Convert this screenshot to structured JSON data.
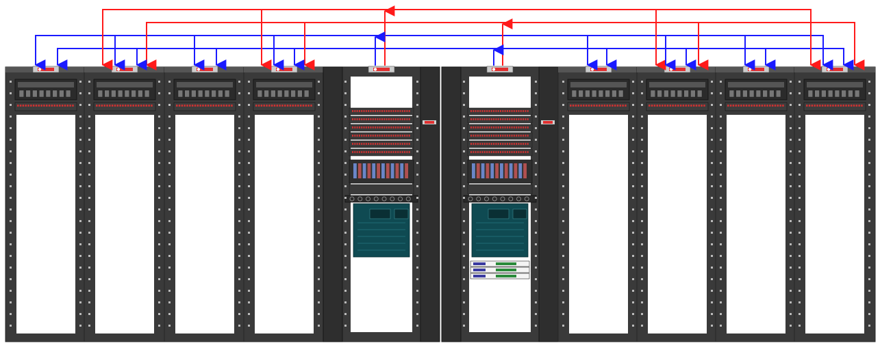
{
  "diagram": {
    "colors": {
      "frame": "#3a3a3a",
      "frame_dark": "#262626",
      "frame_light": "#555555",
      "inner": "#ffffff",
      "panel_teal": "#0f4a52",
      "panel_teal_light": "#1f6b74",
      "badge_red": "#e03030",
      "link_red": "#ff1a1a",
      "link_blue": "#1a1aff",
      "port_red": "#c83232"
    },
    "cabinets": [
      {
        "id": "cab-1",
        "kind": "storage"
      },
      {
        "id": "cab-2",
        "kind": "storage"
      },
      {
        "id": "cab-3",
        "kind": "storage"
      },
      {
        "id": "cab-4",
        "kind": "storage"
      },
      {
        "id": "cab-5",
        "kind": "network-a"
      },
      {
        "id": "cab-6",
        "kind": "network-b"
      },
      {
        "id": "cab-7",
        "kind": "storage"
      },
      {
        "id": "cab-8",
        "kind": "storage"
      },
      {
        "id": "cab-9",
        "kind": "storage"
      },
      {
        "id": "cab-10",
        "kind": "storage"
      }
    ],
    "link_groups": [
      {
        "color": "red",
        "count": 2
      },
      {
        "color": "blue",
        "count": 2
      }
    ]
  }
}
